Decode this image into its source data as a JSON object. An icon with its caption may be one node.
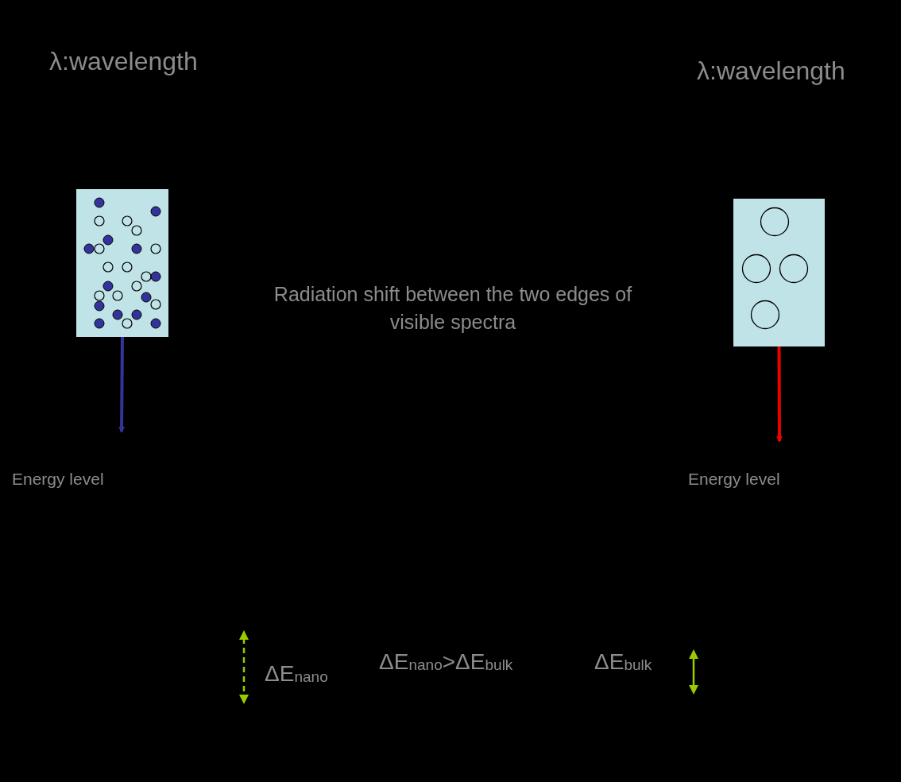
{
  "diagram": {
    "nodes": [
      {
        "text": [],
        "shape": "box"
      },
      {
        "text": [],
        "shape": "box"
      }
    ],
    "edges": [
      {
        "from": 0,
        "to": null,
        "arrow": "to",
        "color": "#333399"
      },
      {
        "from": 1,
        "to": null,
        "arrow": "to",
        "color": "#ee0000"
      }
    ],
    "labels": [
      "λ:wavelength",
      "λ:wavelength",
      "Radiation shift between the two edges of visible spectra",
      "Energy level",
      "Energy level",
      "ΔE$_{nano}$",
      "ΔE$_{nano}$>ΔE$_{bulk}$",
      "ΔE$_{bulk}$"
    ]
  }
}
